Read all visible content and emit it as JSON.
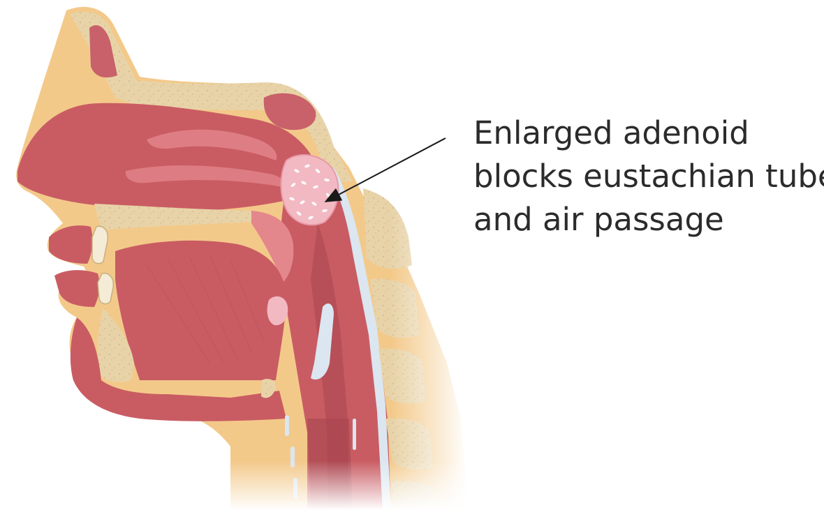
{
  "callout": {
    "lines": [
      "Enlarged adenoid",
      "blocks eustachian tube",
      "and air passage"
    ]
  },
  "colors": {
    "tissue": "#c95c63",
    "tissue_light": "#e3878c",
    "tissue_dark": "#a84650",
    "bone": "#e8d3a8",
    "bone_outline": "#c9ae7e",
    "skin": "#f3c98a",
    "adenoid": "#f2b9c3",
    "cartilage": "#dbe6f0",
    "text": "#2b2b2b"
  },
  "icons": {
    "pointer": "arrow-icon"
  }
}
